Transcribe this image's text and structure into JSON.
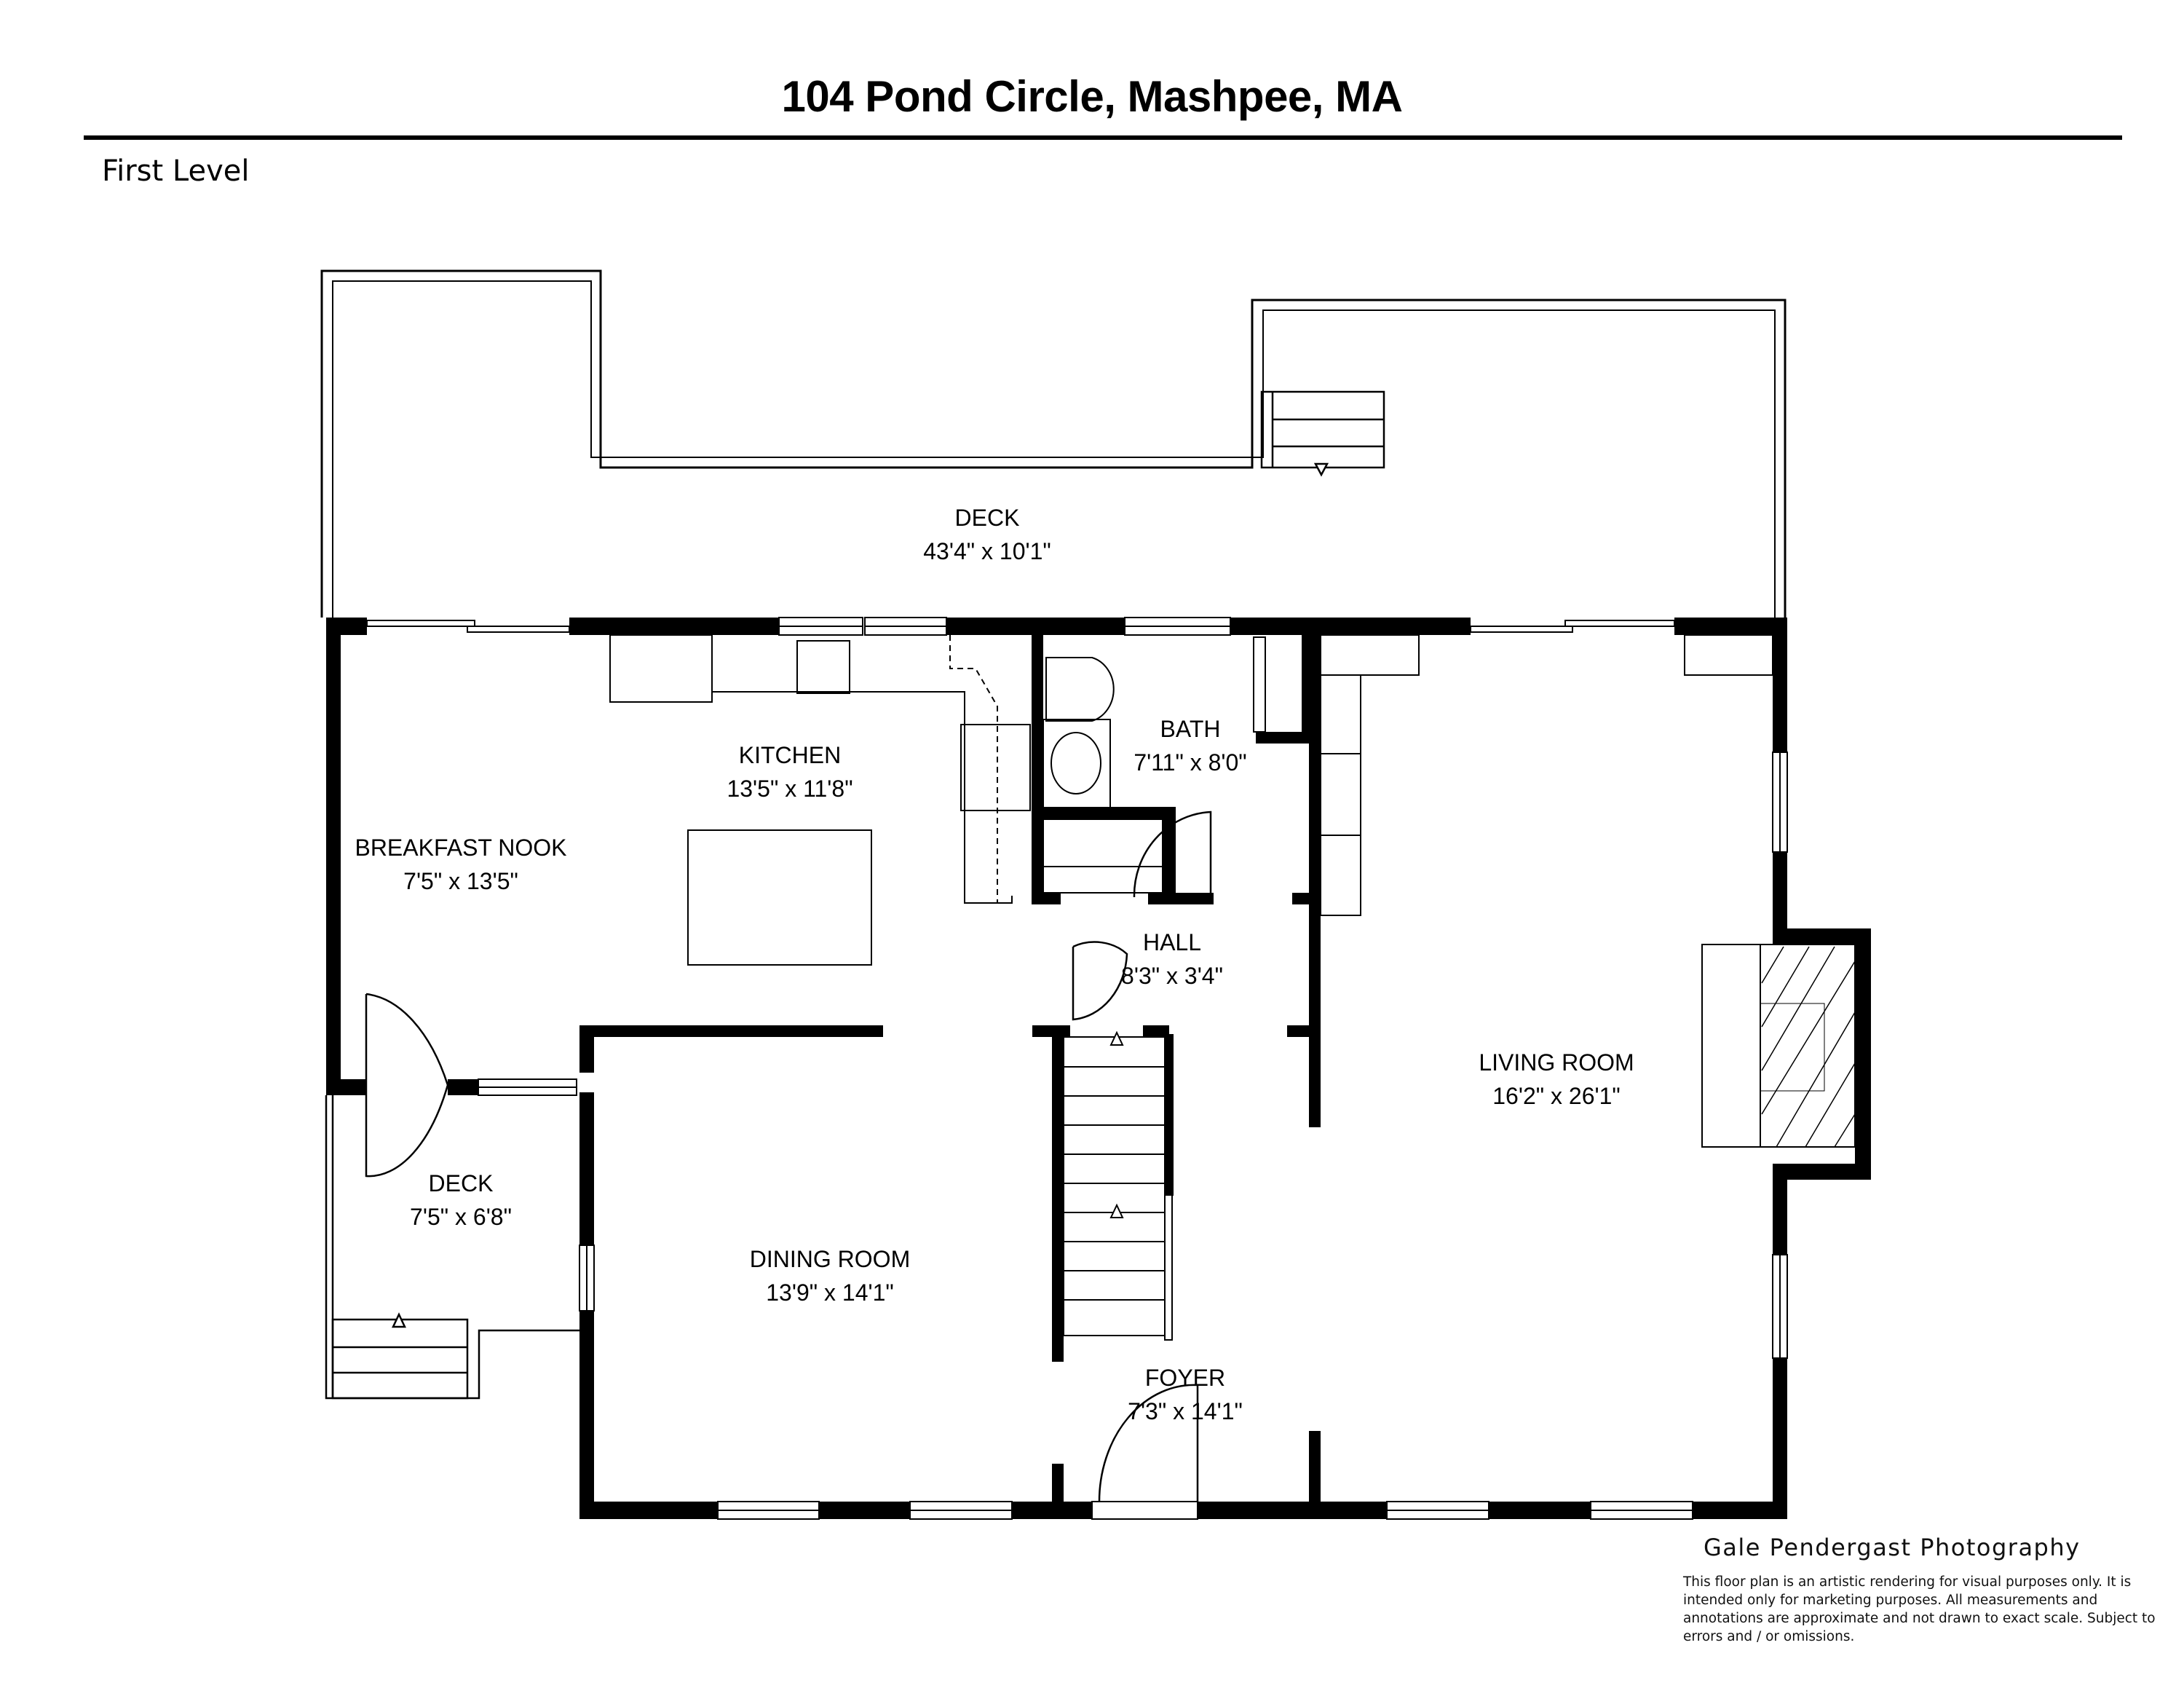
{
  "header": {
    "title": "104 Pond Circle, Mashpee,  MA",
    "level": "First Level"
  },
  "rooms": [
    {
      "id": "deck-main",
      "name": "DECK",
      "size": "43'4\" x 10'1\""
    },
    {
      "id": "kitchen",
      "name": "KITCHEN",
      "size": "13'5\" x 11'8\""
    },
    {
      "id": "bath",
      "name": "BATH",
      "size": "7'11\" x 8'0\""
    },
    {
      "id": "breakfast-nook",
      "name": "BREAKFAST NOOK",
      "size": "7'5\" x 13'5\""
    },
    {
      "id": "hall",
      "name": "HALL",
      "size": "8'3\" x 3'4\""
    },
    {
      "id": "living-room",
      "name": "LIVING ROOM",
      "size": "16'2\" x 26'1\""
    },
    {
      "id": "deck-side",
      "name": "DECK",
      "size": "7'5\" x 6'8\""
    },
    {
      "id": "dining-room",
      "name": "DINING ROOM",
      "size": "13'9\" x 14'1\""
    },
    {
      "id": "foyer",
      "name": "FOYER",
      "size": "7'3\" x 14'1\""
    }
  ],
  "footer": {
    "credit": "Gale Pendergast Photography",
    "disclaimer": "This floor plan is an artistic rendering for visual purposes only. It is intended only for marketing purposes. All measurements and annotations are approximate and not drawn to exact scale. Subject to errors and / or omissions."
  },
  "colors": {
    "wall": "#000000",
    "background": "#ffffff"
  }
}
